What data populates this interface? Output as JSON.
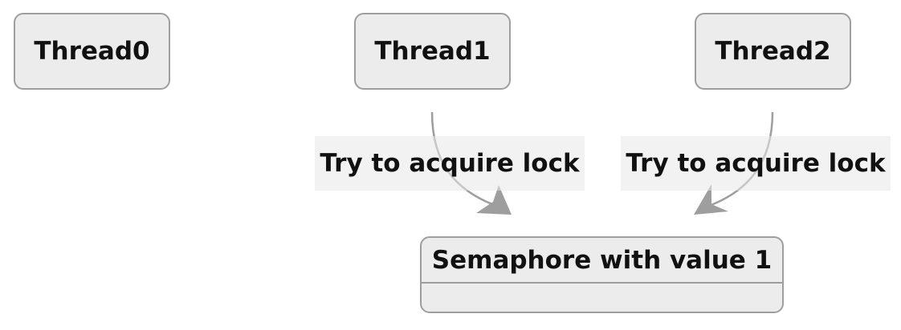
{
  "nodes": {
    "thread0": "Thread0",
    "thread1": "Thread1",
    "thread2": "Thread2"
  },
  "semaphore": {
    "title": "Semaphore with value 1"
  },
  "edges": [
    {
      "from": "Thread1",
      "to": "Semaphore with value 1",
      "label": "Try to acquire lock"
    },
    {
      "from": "Thread2",
      "to": "Semaphore with value 1",
      "label": "Try to acquire lock"
    }
  ],
  "colors": {
    "node_fill": "#ececec",
    "node_border": "#9e9e9e",
    "edge": "#9e9e9e",
    "text": "#111111"
  }
}
